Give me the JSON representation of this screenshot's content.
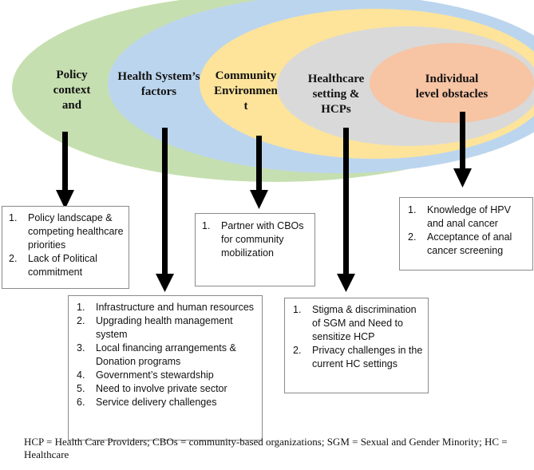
{
  "ellipses": [
    {
      "id": "policy",
      "label_lines": [
        "Policy",
        "context",
        "and"
      ],
      "color": "#c6dfb0"
    },
    {
      "id": "health-system",
      "label_lines": [
        "Health System’s",
        "factors"
      ],
      "color": "#bcd5ee"
    },
    {
      "id": "community",
      "label_lines": [
        "Community",
        "Environmen",
        "t"
      ],
      "color": "#fde49a"
    },
    {
      "id": "healthcare-setting",
      "label_lines": [
        "Healthcare",
        "setting &",
        "HCPs"
      ],
      "color": "#d9d9d9"
    },
    {
      "id": "individual",
      "label_lines": [
        "Individual",
        "level obstacles"
      ],
      "color": "#f7c4a4"
    }
  ],
  "boxes": {
    "policy": [
      "Policy landscape & competing healthcare priorities",
      "Lack of Political commitment"
    ],
    "community": [
      "Partner with CBOs for community mobilization"
    ],
    "individual": [
      "Knowledge of HPV and anal cancer",
      "Acceptance of anal cancer screening"
    ],
    "health_system": [
      "Infrastructure and human resources",
      "Upgrading health management system",
      "Local financing arrangements & Donation programs",
      "Government’s stewardship",
      "Need to involve private sector",
      "Service delivery challenges"
    ],
    "healthcare": [
      "Stigma & discrimination of SGM and Need to sensitize HCP",
      "Privacy challenges in the current HC settings"
    ]
  },
  "numbers": [
    "1.",
    "2.",
    "3.",
    "4.",
    "5.",
    "6."
  ],
  "footnote": "HCP = Health Care Providers; CBOs = community-based organizations; SGM = Sexual and Gender Minority; HC = Healthcare",
  "arrow_color": "#000000"
}
